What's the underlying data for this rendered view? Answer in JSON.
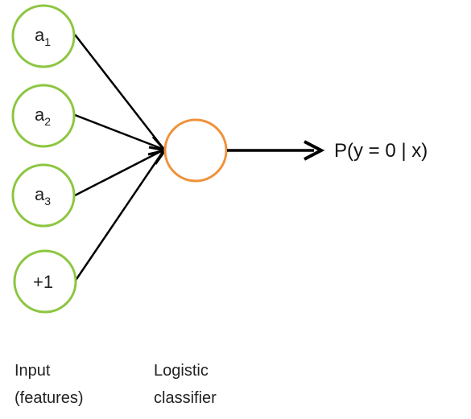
{
  "colors": {
    "input_node": "#8cc63f",
    "classifier_node": "#f0913a",
    "edge": "#000000",
    "text": "#222222"
  },
  "inputs": [
    {
      "base": "a",
      "sub": "1"
    },
    {
      "base": "a",
      "sub": "2"
    },
    {
      "base": "a",
      "sub": "3"
    },
    {
      "base": "+1",
      "sub": ""
    }
  ],
  "classifier": {
    "label": ""
  },
  "output": {
    "label": "P(y = 0 | x)"
  },
  "captions": {
    "input_line1": "Input",
    "input_line2": "(features)",
    "classifier_line1": "Logistic",
    "classifier_line2": "classifier"
  }
}
